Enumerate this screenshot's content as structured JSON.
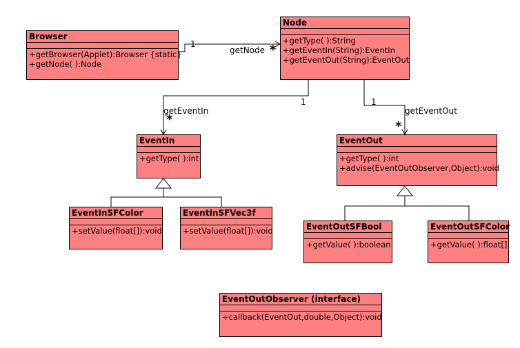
{
  "classes": {
    "browser": {
      "name": "Browser",
      "ops": [
        "+getBrowser(Applet):Browser {static}",
        "+getNode( ):Node"
      ]
    },
    "node": {
      "name": "Node",
      "ops": [
        "+getType( ):String",
        "+getEventIn(String):EventIn",
        "+getEventOut(String):EventOut"
      ]
    },
    "eventin": {
      "name": "EventIn",
      "ops": [
        "+getType( ):int"
      ]
    },
    "eventout": {
      "name": "EventOut",
      "ops": [
        "+getType( ):int",
        "+advise(EventOutObserver,Object):void"
      ]
    },
    "eventin_sfcolor": {
      "name": "EventInSFColor",
      "ops": [
        "+setValue(float[]):void"
      ]
    },
    "eventin_sfvec3f": {
      "name": "EventInSFVec3f",
      "ops": [
        "+setValue(float[]):void"
      ]
    },
    "eventout_sfbool": {
      "name": "EventOutSFBool",
      "ops": [
        "+getValue( ):boolean"
      ]
    },
    "eventout_sfcolor": {
      "name": "EventOutSFColor",
      "ops": [
        "+getValue( ):float[]"
      ]
    },
    "observer": {
      "name": "EventOutObserver (interface)",
      "ops": [
        "+callback(EventOut,double,Object):void"
      ]
    }
  },
  "associations": {
    "browser_node": {
      "role": "getNode",
      "source_mult": "1",
      "target_mult": "*"
    },
    "node_eventin": {
      "role": "getEventIn",
      "source_mult": "1",
      "target_mult": "*"
    },
    "node_eventout": {
      "role": "getEventOut",
      "source_mult": "1",
      "target_mult": "*"
    }
  }
}
